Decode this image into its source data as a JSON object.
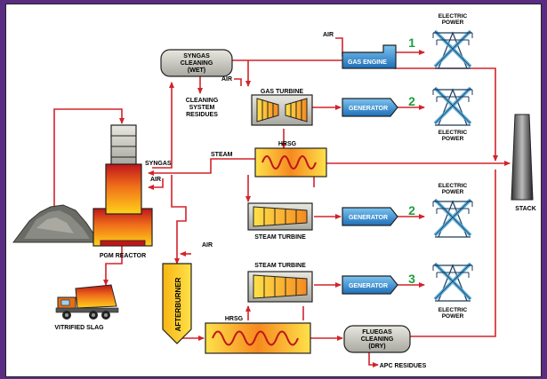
{
  "labels": {
    "syngas_cleaning_line1": "SYNGAS",
    "syngas_cleaning_line2": "CLEANING",
    "syngas_cleaning_line3": "(WET)",
    "cleaning_residues_line1": "CLEANING",
    "cleaning_residues_line2": "SYSTEM",
    "cleaning_residues_line3": "RESIDUES",
    "air_gas_engine": "AIR",
    "gas_engine": "GAS ENGINE",
    "air_gas_turbine": "AIR",
    "gas_turbine": "GAS TURBINE",
    "generator_1": "GENERATOR",
    "generator_2": "GENERATOR",
    "generator_3": "GENERATOR",
    "number_1": "1",
    "number_2a": "2",
    "number_2b": "2",
    "number_3": "3",
    "electric_power_top_1": "ELECTRIC",
    "electric_power_top_2": "POWER",
    "electric_power_mid_1": "ELECTRIC",
    "electric_power_mid_2": "POWER",
    "electric_power_3_1": "ELECTRIC",
    "electric_power_3_2": "POWER",
    "electric_power_bot_1": "ELECTRIC",
    "electric_power_bot_2": "POWER",
    "syngas": "SYNGAS",
    "air_reactor": "AIR",
    "steam": "STEAM",
    "hrsg_top": "HRSG",
    "steam_turbine_top": "STEAM TURBINE",
    "stack": "STACK",
    "pgm_reactor": "PGM REACTOR",
    "air_afterburner": "AIR",
    "afterburner": "AFTERBURNER",
    "steam_turbine_bottom": "STEAM TURBINE",
    "hrsg_bottom": "HRSG",
    "fluegas_line1": "FLUEGAS",
    "fluegas_line2": "CLEANING",
    "fluegas_line3": "(DRY)",
    "apc_residues": "APC RESIDUES",
    "vitrified_slag": "VITRIFIED SLAG"
  },
  "colors": {
    "flow_line": "#d2232a",
    "number_green": "#1e9e3a",
    "generator_blue": "#2f8fd6",
    "tower_blue": "#4aa8d8"
  }
}
